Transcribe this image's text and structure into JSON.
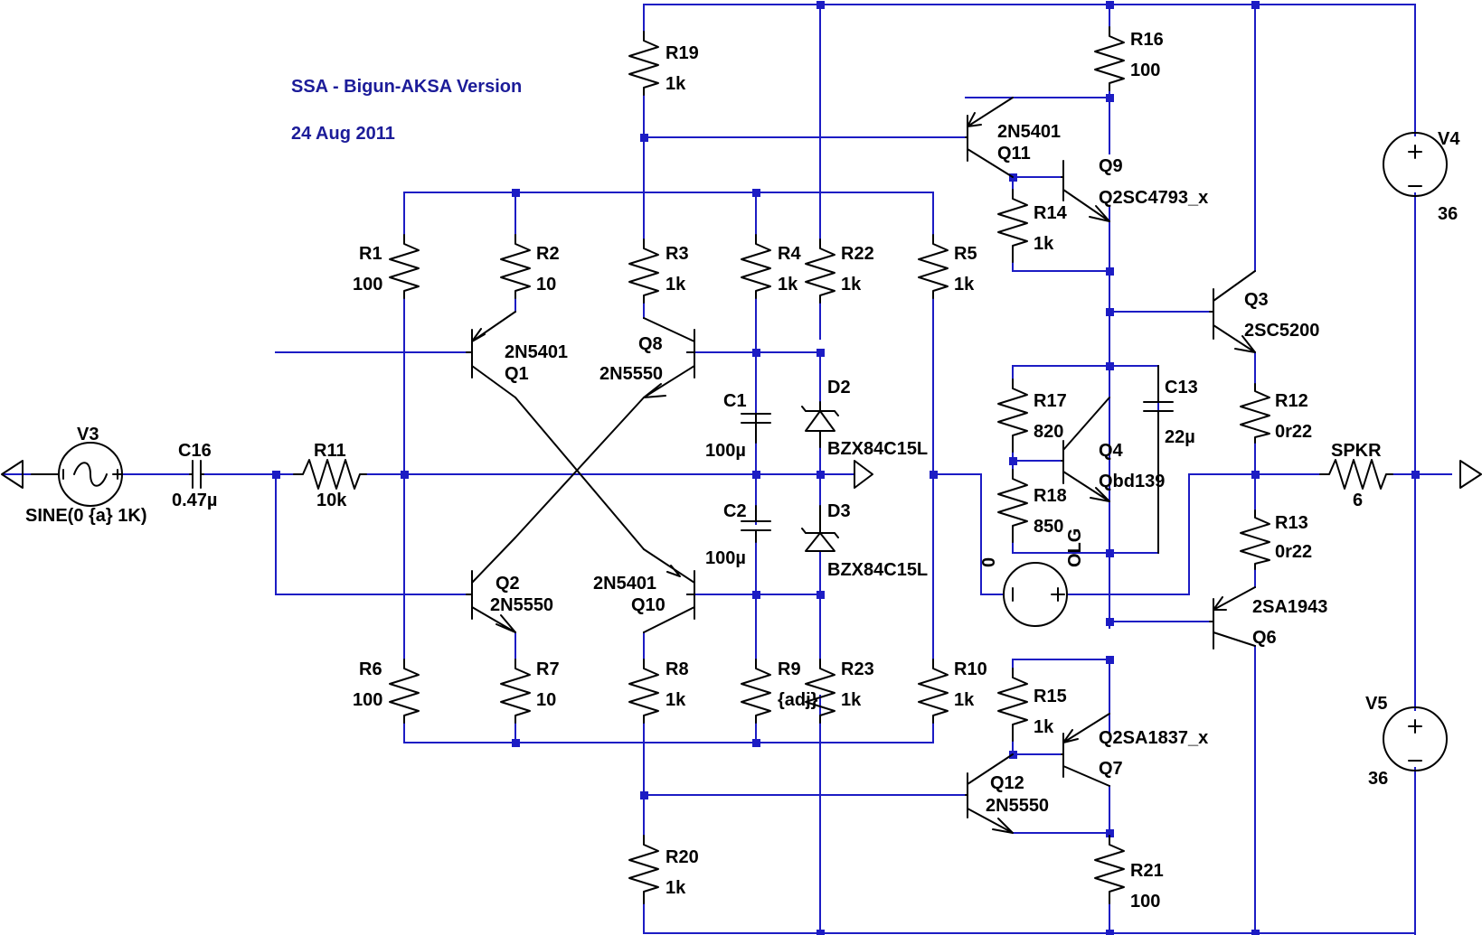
{
  "title": "SSA - Bigun-AKSA Version",
  "date": "24 Aug 2011",
  "colors": {
    "wire": "#1c1cc4",
    "component": "#000000",
    "junction": "#1c1cc4",
    "title": "#1c1c99"
  },
  "sources": [
    {
      "ref": "V3",
      "value": "SINE(0 {a} 1K)"
    },
    {
      "ref": "V4",
      "value": "36"
    },
    {
      "ref": "V5",
      "value": "36"
    },
    {
      "ref": "",
      "value": "0",
      "label": "OLG"
    }
  ],
  "resistors": [
    {
      "ref": "R1",
      "value": "100"
    },
    {
      "ref": "R2",
      "value": "10"
    },
    {
      "ref": "R3",
      "value": "1k"
    },
    {
      "ref": "R4",
      "value": "1k"
    },
    {
      "ref": "R22",
      "value": "1k"
    },
    {
      "ref": "R5",
      "value": "1k"
    },
    {
      "ref": "R19",
      "value": "1k"
    },
    {
      "ref": "R16",
      "value": "100"
    },
    {
      "ref": "R14",
      "value": "1k"
    },
    {
      "ref": "R11",
      "value": "10k"
    },
    {
      "ref": "R17",
      "value": "820"
    },
    {
      "ref": "R18",
      "value": "850"
    },
    {
      "ref": "R12",
      "value": "0r22"
    },
    {
      "ref": "R13",
      "value": "0r22"
    },
    {
      "ref": "R6",
      "value": "100"
    },
    {
      "ref": "R7",
      "value": "10"
    },
    {
      "ref": "R8",
      "value": "1k"
    },
    {
      "ref": "R9",
      "value": "{adj}"
    },
    {
      "ref": "R23",
      "value": "1k"
    },
    {
      "ref": "R10",
      "value": "1k"
    },
    {
      "ref": "R15",
      "value": "1k"
    },
    {
      "ref": "R20",
      "value": "1k"
    },
    {
      "ref": "R21",
      "value": "100"
    },
    {
      "ref": "SPKR",
      "value": "6"
    }
  ],
  "capacitors": [
    {
      "ref": "C16",
      "value": "0.47µ"
    },
    {
      "ref": "C1",
      "value": "100µ"
    },
    {
      "ref": "C2",
      "value": "100µ"
    },
    {
      "ref": "C13",
      "value": "22µ"
    }
  ],
  "diodes": [
    {
      "ref": "D2",
      "value": "BZX84C15L"
    },
    {
      "ref": "D3",
      "value": "BZX84C15L"
    }
  ],
  "transistors": [
    {
      "ref": "Q1",
      "model": "2N5401"
    },
    {
      "ref": "Q8",
      "model": "2N5550"
    },
    {
      "ref": "Q2",
      "model": "2N5550"
    },
    {
      "ref": "Q10",
      "model": "2N5401"
    },
    {
      "ref": "Q11",
      "model": "2N5401"
    },
    {
      "ref": "Q9",
      "model": "Q2SC4793_x"
    },
    {
      "ref": "Q3",
      "model": "2SC5200"
    },
    {
      "ref": "Q4",
      "model": "Qbd139"
    },
    {
      "ref": "Q6",
      "model": "2SA1943"
    },
    {
      "ref": "Q7",
      "model": "Q2SA1837_x"
    },
    {
      "ref": "Q12",
      "model": "2N5550"
    }
  ]
}
